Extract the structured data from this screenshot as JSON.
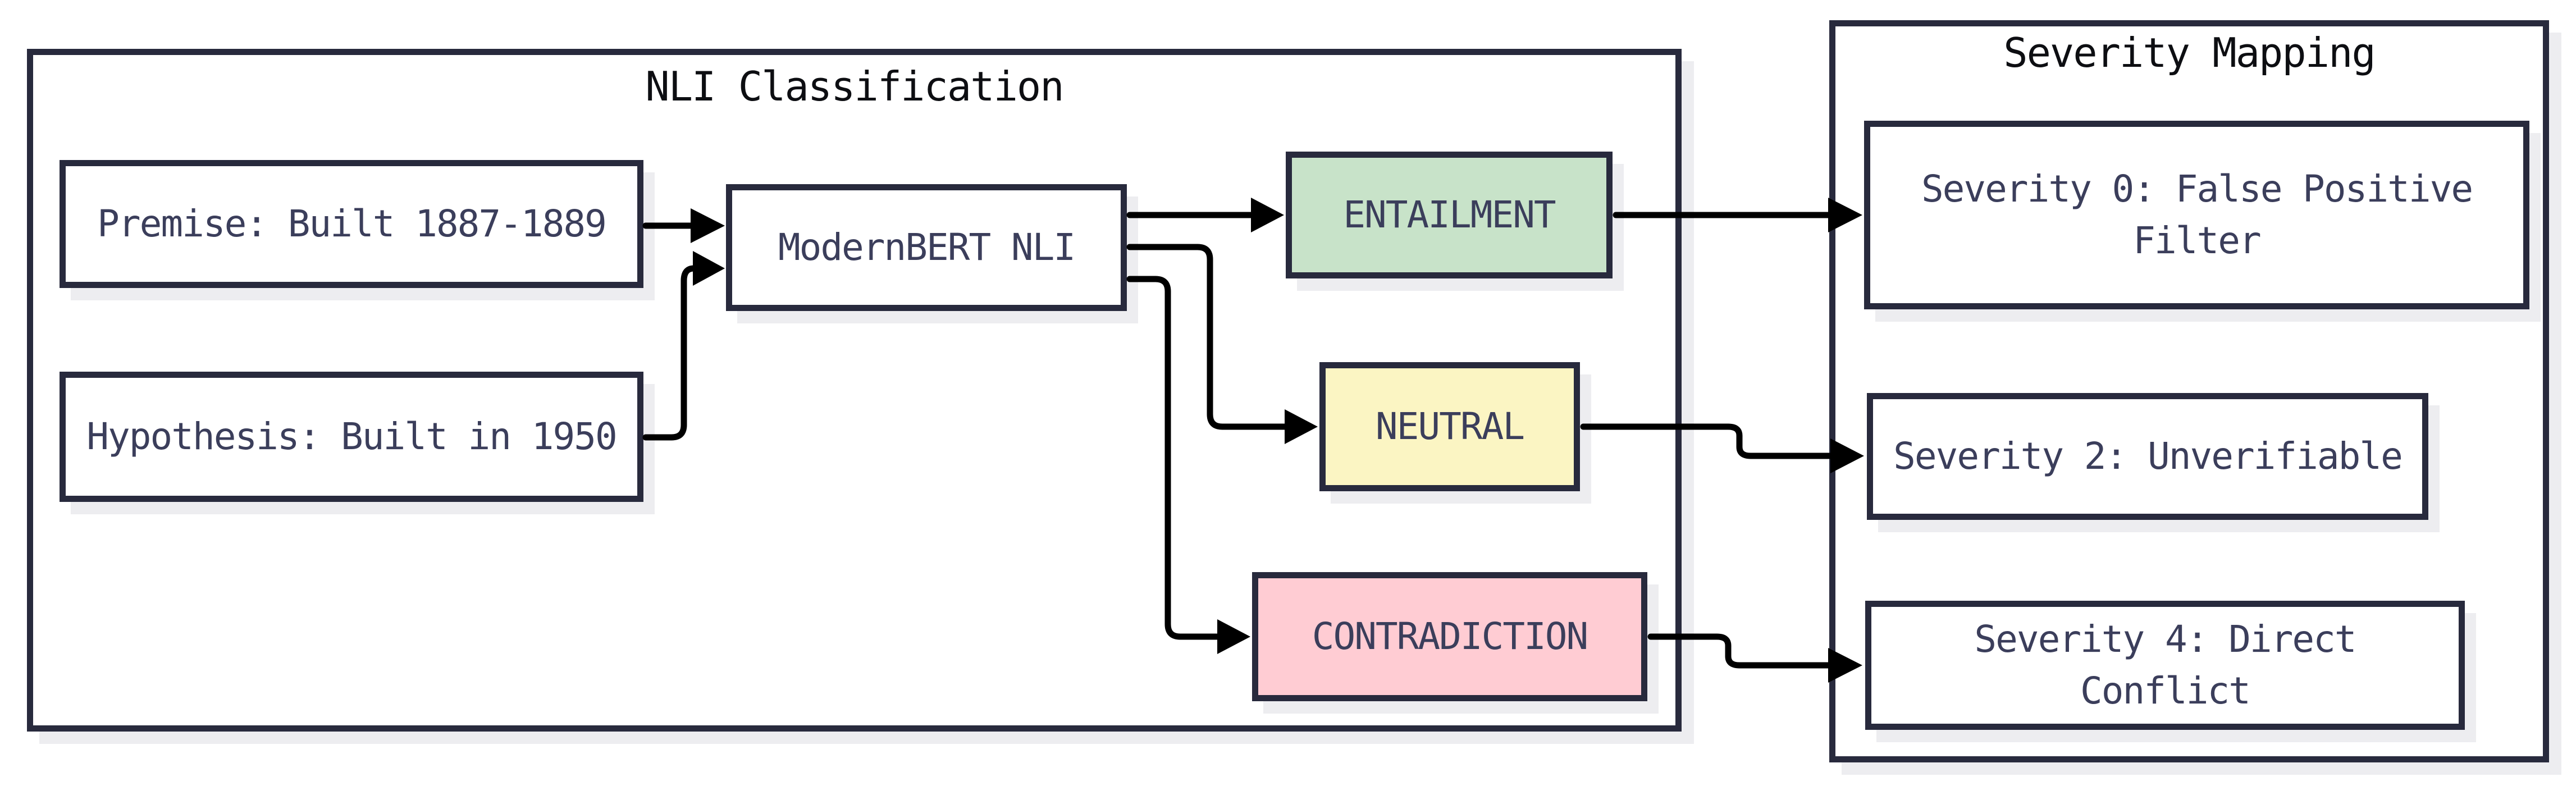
{
  "diagram": {
    "nli": {
      "title": "NLI Classification",
      "premise_label": "Premise: Built 1887-1889",
      "hypothesis_label": "Hypothesis: Built in 1950",
      "model_label": "ModernBERT NLI",
      "entailment_label": "ENTAILMENT",
      "neutral_label": "NEUTRAL",
      "contradiction_label": "CONTRADICTION"
    },
    "severity": {
      "title": "Severity Mapping",
      "severity0_label": "Severity 0: False Positive Filter",
      "severity2_label": "Severity 2: Unverifiable",
      "severity4_label": "Severity 4: Direct Conflict"
    },
    "colors": {
      "border": "#282a3d",
      "label_text": "#3b3e5b",
      "title_text": "#0d0e12",
      "arrow": "#000000",
      "shadow": "#ededf0",
      "entailment_fill": "#c8e3c9",
      "neutral_fill": "#fbf5c3",
      "contradiction_fill": "#ffccd3",
      "box_fill": "#ffffff"
    }
  }
}
